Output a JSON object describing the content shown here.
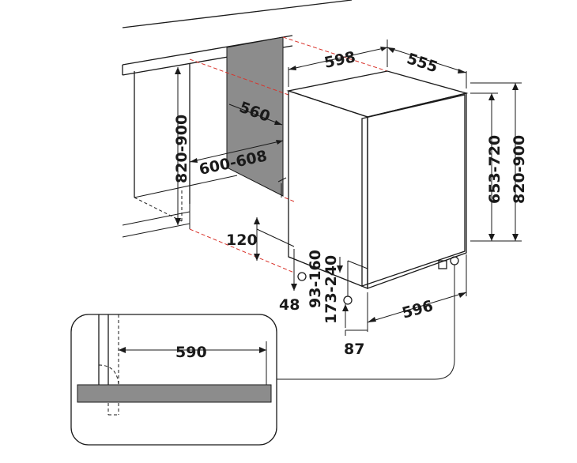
{
  "dimensions": {
    "niche_width": "598",
    "niche_depth": "555",
    "inner_depth": "560",
    "niche_width_range": "600-608",
    "niche_height_left": "820-900",
    "height_right_inner": "653-720",
    "height_right_outer": "820-900",
    "plinth_height": "120",
    "foot_offset": "48",
    "plinth_range_a": "93-160",
    "plinth_range_b": "173-240",
    "appliance_width": "596",
    "door_offset": "87",
    "detail_width": "590"
  },
  "colors": {
    "line": "#1a1a1a",
    "guide": "#d9332b",
    "panel": "#8c8c8c"
  }
}
